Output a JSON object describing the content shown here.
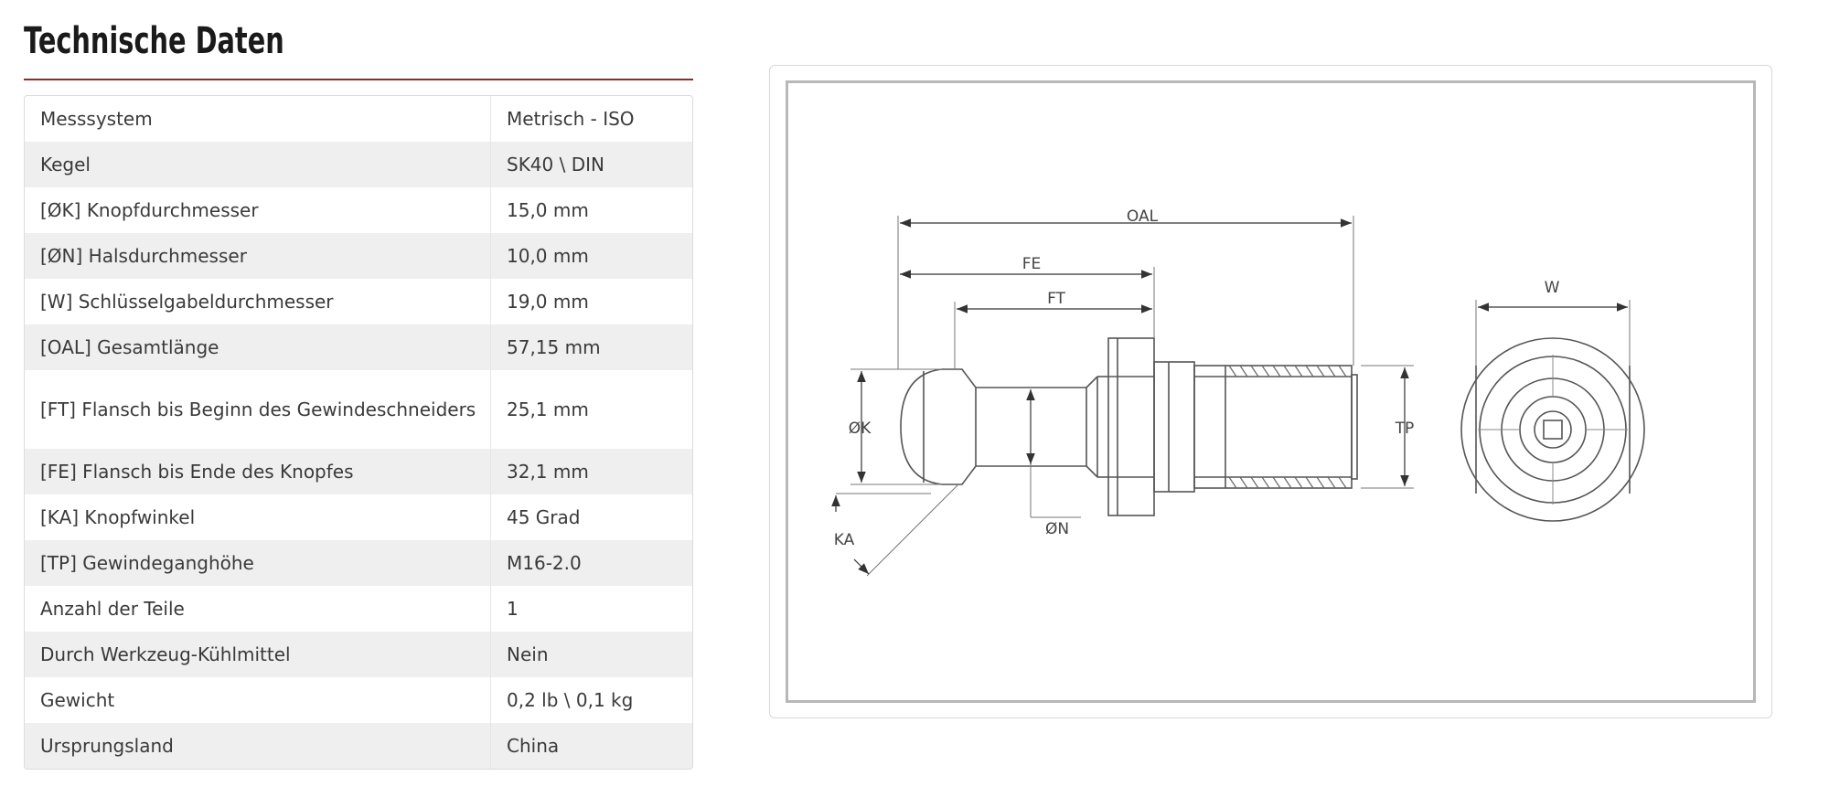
{
  "title": "Technische Daten",
  "specs": [
    {
      "label": "Messsystem",
      "value": "Metrisch - ISO"
    },
    {
      "label": "Kegel",
      "value": "SK40 \\ DIN"
    },
    {
      "label": "[ØK] Knopfdurchmesser",
      "value": "15,0 mm"
    },
    {
      "label": "[ØN] Halsdurchmesser",
      "value": "10,0 mm"
    },
    {
      "label": "[W] Schlüsselgabeldurchmesser",
      "value": "19,0 mm"
    },
    {
      "label": "[OAL] Gesamtlänge",
      "value": "57,15 mm"
    },
    {
      "label": "[FT] Flansch bis Beginn des Gewindeschneiders",
      "value": "25,1 mm"
    },
    {
      "label": "[FE] Flansch bis Ende des Knopfes",
      "value": "32,1 mm"
    },
    {
      "label": "[KA] Knopfwinkel",
      "value": "45 Grad"
    },
    {
      "label": "[TP] Gewindeganghöhe",
      "value": "M16-2.0"
    },
    {
      "label": "Anzahl der Teile",
      "value": "1"
    },
    {
      "label": "Durch Werkzeug-Kühlmittel",
      "value": "Nein"
    },
    {
      "label": "Gewicht",
      "value": "0,2 lb \\ 0,1 kg"
    },
    {
      "label": "Ursprungsland",
      "value": "China"
    }
  ],
  "drawing": {
    "oal": "OAL",
    "fe": "FE",
    "ft": "FT",
    "ok": "ØK",
    "on": "ØN",
    "ka": "KA",
    "tp": "TP",
    "w": "W"
  }
}
